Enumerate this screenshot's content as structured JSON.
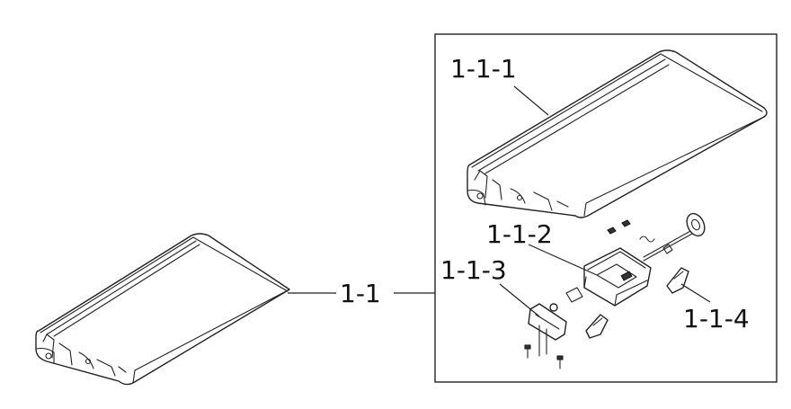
{
  "labels": {
    "assembly": "1-1",
    "cover": "1-1-1",
    "roller_unit": "1-1-2",
    "holder": "1-1-3",
    "clips": "1-1-4"
  }
}
